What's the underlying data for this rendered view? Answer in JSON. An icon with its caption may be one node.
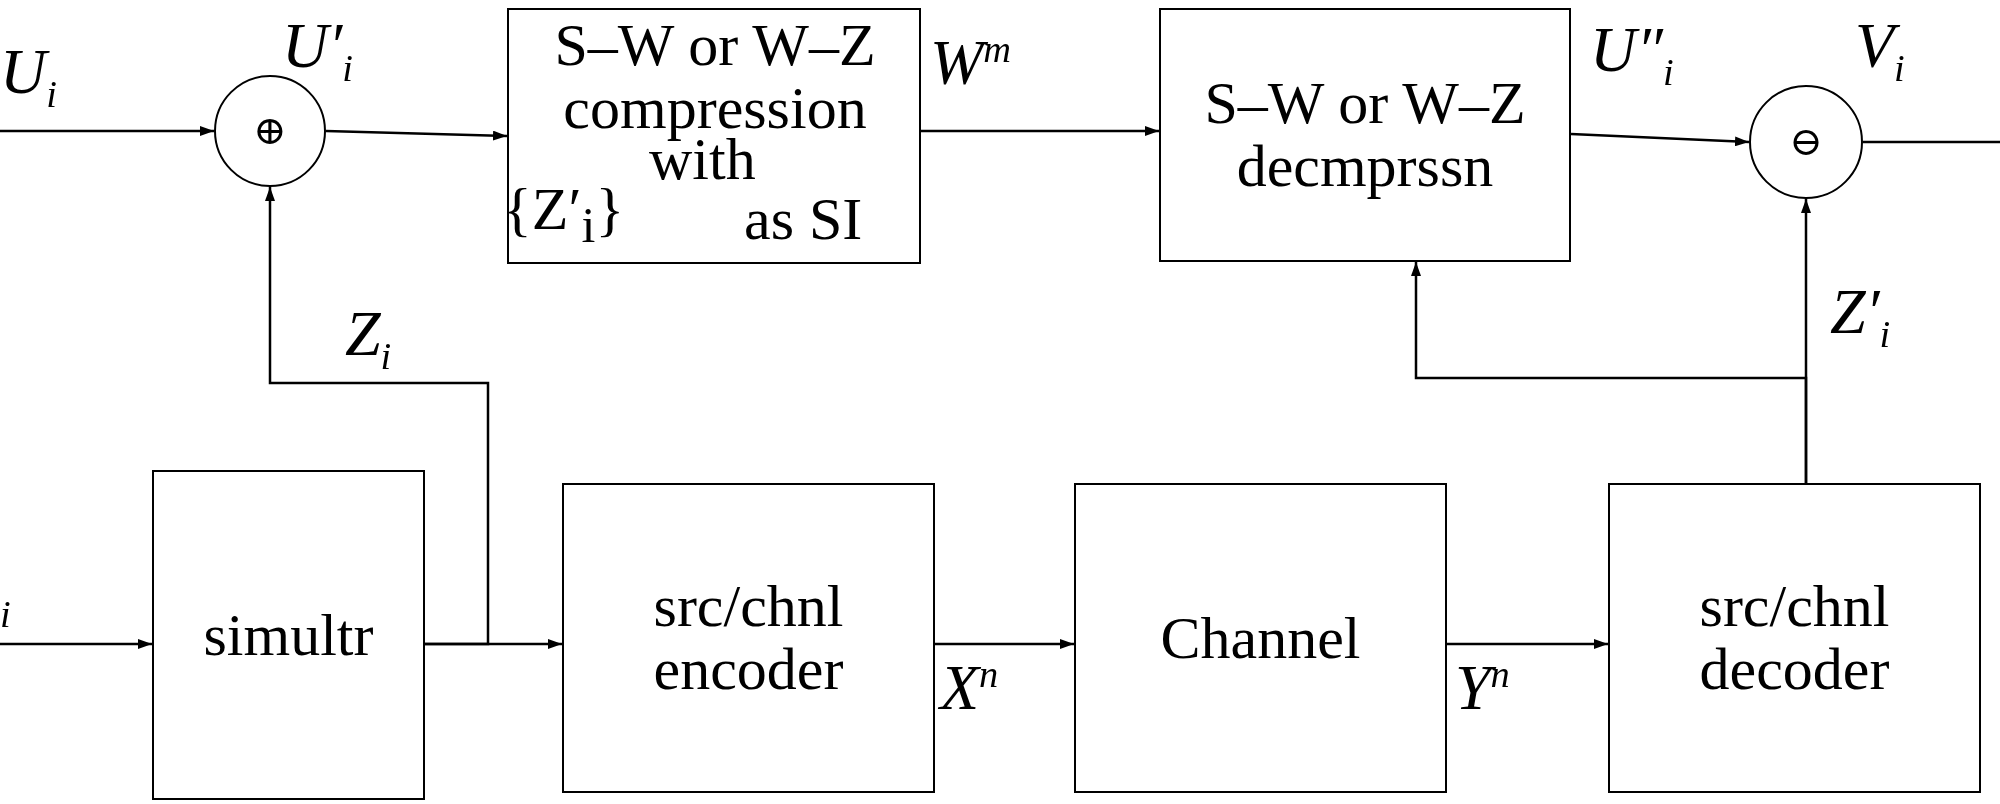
{
  "diagram": {
    "nodes": [
      {
        "text": [
          "⊕"
        ],
        "beside": [
          "U′$_{i}$"
        ]
      },
      {
        "text": [
          "S–W or W–Z compression",
          "with",
          "{Z′$_{i}$}",
          "as SI"
        ]
      },
      {
        "text": [
          "S–W or W–Z decmprssn"
        ]
      },
      {
        "text": [
          "⊖"
        ],
        "beside": [
          "V$_{i}$"
        ]
      },
      {
        "text": [
          "simultr"
        ]
      },
      {
        "text": [
          "src/chnl encoder"
        ]
      },
      {
        "text": [
          "Channel"
        ]
      },
      {
        "text": [
          "src/chnl decoder"
        ]
      }
    ],
    "edges": [
      {
        "from": null,
        "to": 0,
        "arrow": "to",
        "label": "U$_{i}$"
      },
      {
        "from": 0,
        "to": 1,
        "arrow": "to"
      },
      {
        "from": 1,
        "to": 2,
        "arrow": "to",
        "label": "W$^{m}$"
      },
      {
        "from": 2,
        "to": 3,
        "arrow": "to",
        "label": "U″$_{i}$"
      },
      {
        "from": 3,
        "to": null,
        "arrow": "none"
      },
      {
        "from": null,
        "to": 4,
        "arrow": "to",
        "label": "$_{i}$"
      },
      {
        "from": 4,
        "to": 5,
        "arrow": "to"
      },
      {
        "from": 4,
        "to": 0,
        "arrow": "to",
        "label": "Z$_{i}$"
      },
      {
        "from": 5,
        "to": 6,
        "arrow": "to",
        "label": "X$^{n}$"
      },
      {
        "from": 6,
        "to": 7,
        "arrow": "to",
        "label": "Y$^{n}$"
      },
      {
        "from": 7,
        "to": 3,
        "arrow": "to",
        "label": "Z′$_{i}$"
      },
      {
        "from": 7,
        "to": 2,
        "arrow": "to"
      }
    ]
  }
}
